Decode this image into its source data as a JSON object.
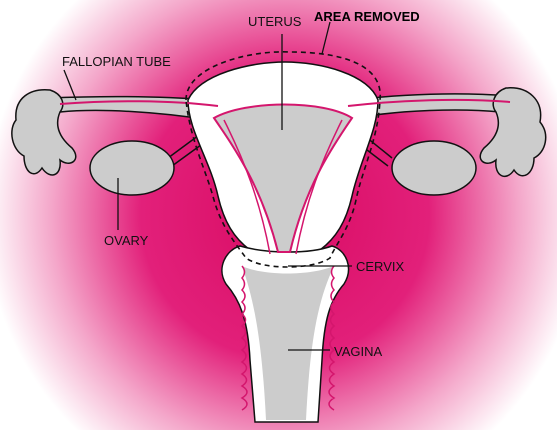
{
  "labels": {
    "uterus": "UTERUS",
    "area_removed": "AREA REMOVED",
    "fallopian_tube": "FALLOPIAN TUBE",
    "ovary": "OVARY",
    "cervix": "CERVIX",
    "vagina": "VAGINA"
  },
  "colors": {
    "glow": "#e0156f",
    "organ_outline": "#111111",
    "inner_lining": "#d4166d",
    "ovary_fill": "#cccccc",
    "organ_fill": "#ffffff"
  }
}
